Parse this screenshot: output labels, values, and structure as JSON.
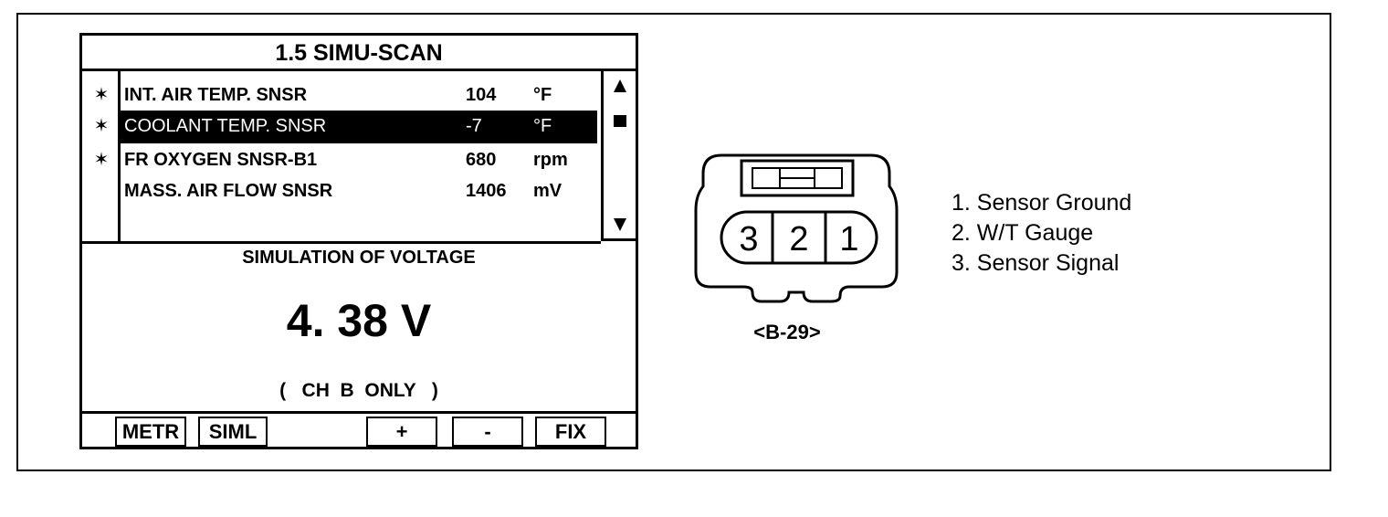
{
  "scan": {
    "title": "1.5  SIMU-SCAN",
    "params": [
      {
        "mark": "✶",
        "name": "INT. AIR TEMP. SNSR",
        "value": "104",
        "unit": "°F",
        "selected": false
      },
      {
        "mark": "✶",
        "name": "COOLANT TEMP. SNSR",
        "value": "-7",
        "unit": "°F",
        "selected": true
      },
      {
        "mark": "✶",
        "name": "FR OXYGEN SNSR-B1",
        "value": "680",
        "unit": "rpm",
        "selected": false
      },
      {
        "mark": "",
        "name": "MASS. AIR FLOW SNSR",
        "value": "1406",
        "unit": "mV",
        "selected": false
      }
    ],
    "simulation_title": "SIMULATION OF VOLTAGE",
    "simulation_value": "4. 38  V",
    "simulation_note": "(   CH  B  ONLY   )",
    "buttons": [
      "METR",
      "SIML",
      "+",
      "-",
      "FIX"
    ]
  },
  "connector": {
    "pins": [
      "3",
      "2",
      "1"
    ],
    "label": "<B-29>"
  },
  "legend": [
    "1. Sensor Ground",
    "2. W/T Gauge",
    "3. Sensor Signal"
  ],
  "icons": {
    "scroll_up": "triangle-up-icon",
    "scroll_thumb": "square-icon",
    "scroll_down": "triangle-down-icon"
  }
}
